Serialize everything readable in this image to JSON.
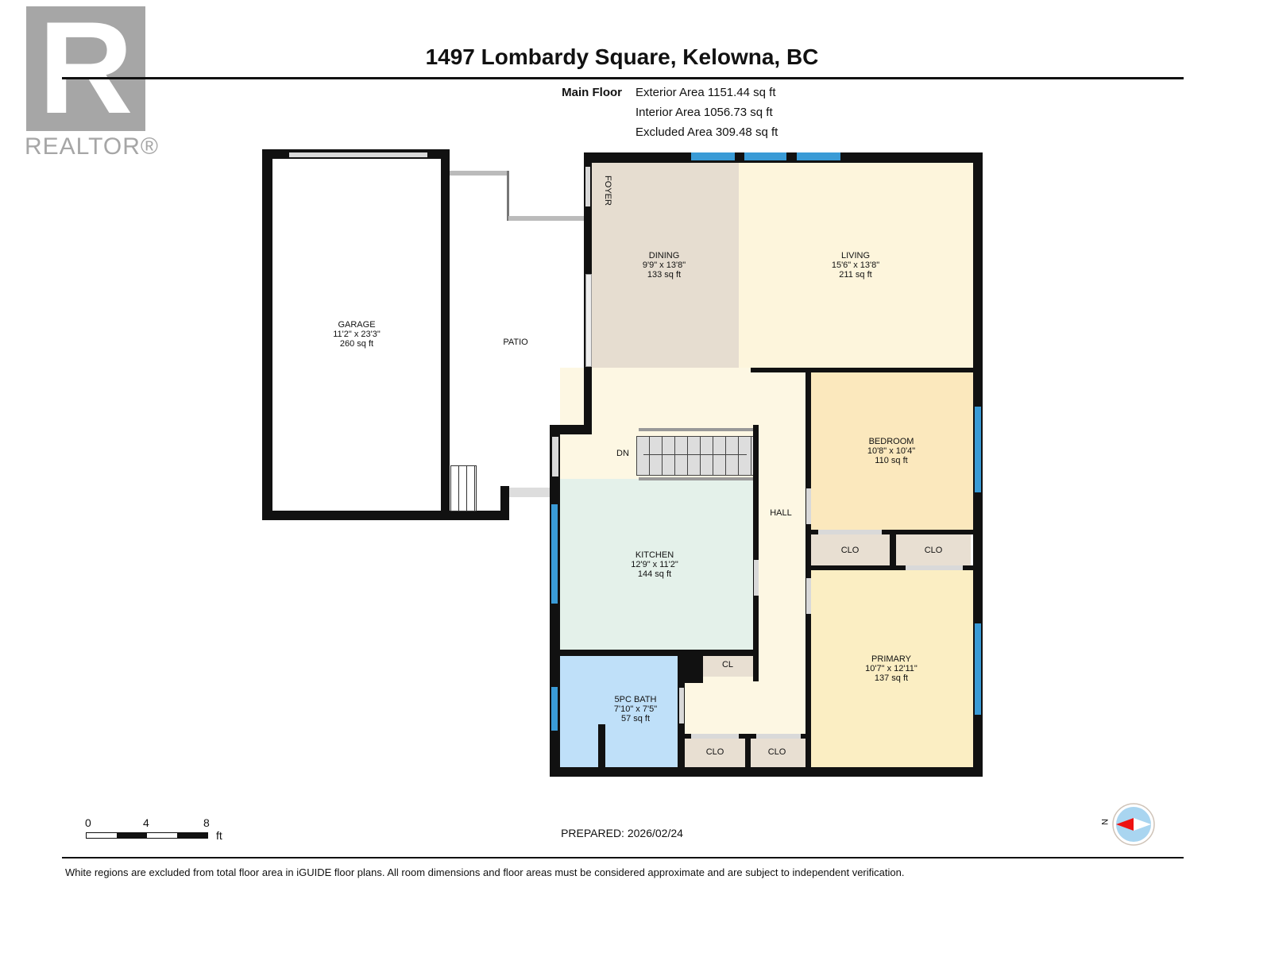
{
  "logo": {
    "letter": "R",
    "wordmark": "REALTOR®",
    "color": "#a6a6a6"
  },
  "header": {
    "title": "1497 Lombardy Square, Kelowna, BC"
  },
  "floor_info": {
    "floor": "Main Floor",
    "exterior": "Exterior Area 1151.44 sq ft",
    "interior": "Interior Area 1056.73 sq ft",
    "excluded": "Excluded Area 309.48 sq ft"
  },
  "rooms": {
    "garage": {
      "name": "GARAGE",
      "dims": "11'2\" x 23'3\"",
      "area": "260 sq ft",
      "color": "#ffffff"
    },
    "patio": {
      "name": "PATIO"
    },
    "foyer": {
      "name": "FOYER"
    },
    "dining": {
      "name": "DINING",
      "dims": "9'9\" x 13'8\"",
      "area": "133 sq ft",
      "color": "#e6ddd0"
    },
    "living": {
      "name": "LIVING",
      "dims": "15'6\" x 13'8\"",
      "area": "211 sq ft",
      "color": "#fdf5dc"
    },
    "bedroom": {
      "name": "BEDROOM",
      "dims": "10'8\" x 10'4\"",
      "area": "110 sq ft",
      "color": "#fbe8bd"
    },
    "kitchen": {
      "name": "KITCHEN",
      "dims": "12'9\" x 11'2\"",
      "area": "144 sq ft",
      "color": "#e4f1ea"
    },
    "bath": {
      "name": "5PC BATH",
      "dims": "7'10\" x 7'5\"",
      "area": "57 sq ft",
      "color": "#bfe0f9"
    },
    "primary": {
      "name": "PRIMARY",
      "dims": "10'7\" x 12'11\"",
      "area": "137 sq ft",
      "color": "#fbeec3"
    },
    "hall": {
      "name": "HALL",
      "color": "#fdf7e3"
    },
    "stairs": {
      "name": "DN"
    },
    "closets": [
      "CLO",
      "CLO",
      "CL",
      "CLO",
      "CLO"
    ],
    "closet_color": "#e8dfd2"
  },
  "scale": {
    "ticks": [
      "0",
      "4",
      "8"
    ],
    "unit": "ft"
  },
  "prepared": "PREPARED: 2026/02/24",
  "compass": {
    "label": "N"
  },
  "footer": "White regions are excluded from total floor area in iGUIDE floor plans. All room dimensions and floor areas must be considered approximate and are subject to independent verification."
}
